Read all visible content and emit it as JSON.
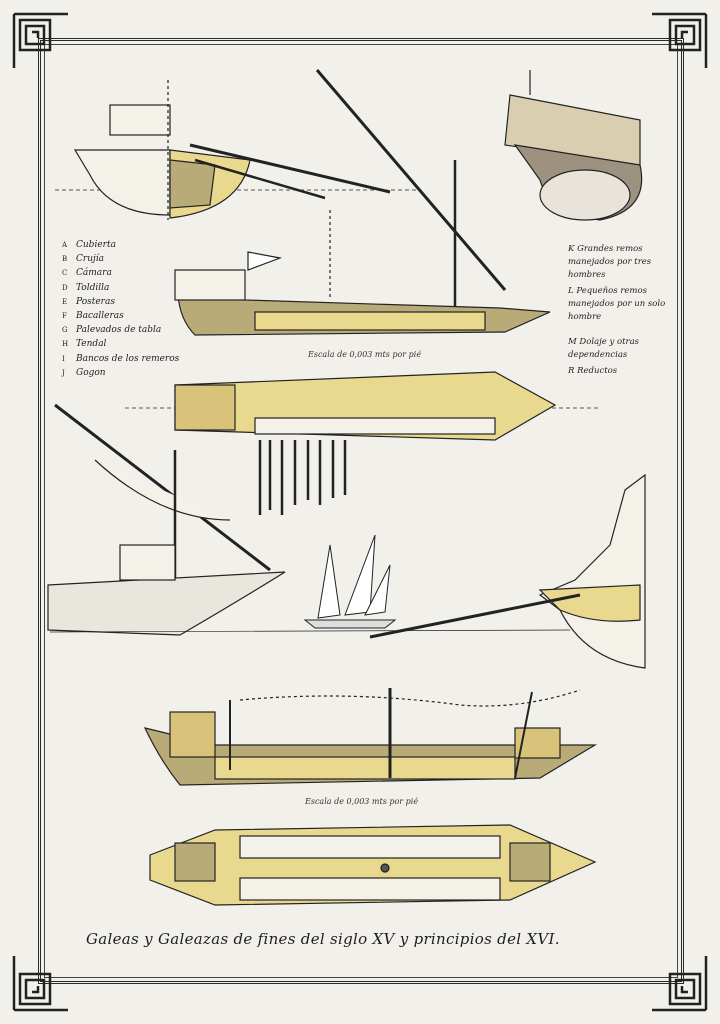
{
  "plate": {
    "title": "Galeas y Galeazas de fines del siglo XV y principios del XVI.",
    "scale_labels": [
      "Escala de 0,003 mts por pié",
      "Escala de 0,003 mts por pié"
    ]
  },
  "legend_left": [
    {
      "key": "A",
      "label": "Cubierta"
    },
    {
      "key": "B",
      "label": "Crujía"
    },
    {
      "key": "C",
      "label": "Cámara"
    },
    {
      "key": "D",
      "label": "Toldilla"
    },
    {
      "key": "E",
      "label": "Posteras"
    },
    {
      "key": "F",
      "label": "Bacalleras"
    },
    {
      "key": "G",
      "label": "Palevados de tabla"
    },
    {
      "key": "H",
      "label": "Tendal"
    },
    {
      "key": "I",
      "label": "Bancos de los remeros"
    },
    {
      "key": "J",
      "label": "Gogon"
    }
  ],
  "legend_right": [
    {
      "key": "K",
      "label": "Grandes remos manejados por tres hombres"
    },
    {
      "key": "L",
      "label": "Pequeños remos manejados por un solo hombre"
    },
    {
      "key": "M",
      "label": "Dolaje y otras dependencias"
    },
    {
      "key": "R",
      "label": "Reductos"
    }
  ],
  "colors": {
    "paper": "#f2f0ea",
    "ink": "#222222",
    "hull_fill": "#e9d98f",
    "hull_shade": "#b9ab78",
    "deck_fill": "#f0e3a6"
  }
}
